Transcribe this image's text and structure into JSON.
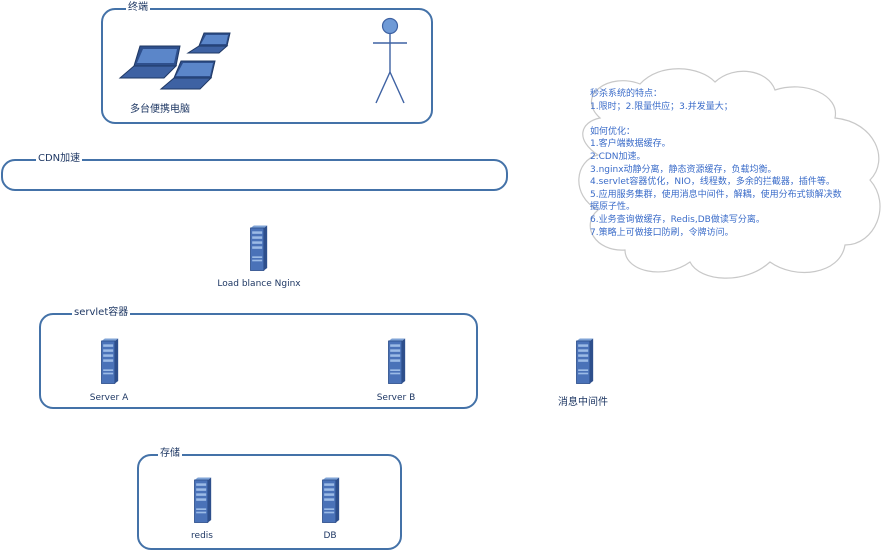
{
  "groups": {
    "terminal": "终端",
    "cdn": "CDN加速",
    "servlet": "servlet容器",
    "storage": "存储"
  },
  "nodes": {
    "laptops": "多台便携电脑",
    "nginx": "Load blance Nginx",
    "server_a": "Server A",
    "server_b": "Server B",
    "mq": "消息中间件",
    "redis": "redis",
    "db": "DB"
  },
  "note": {
    "lines": [
      "秒杀系统的特点：",
      "1.限时；2.限量供应；3.并发量大；",
      "",
      "如何优化：",
      "1.客户端数据缓存。",
      "2.CDN加速。",
      "3.nginx动静分离，静态资源缓存，负载均衡。",
      "4.servlet容器优化，NIO，线程数，多余的拦截器，插件等。",
      "5.应用服务集群，使用消息中间件，解耦，使用分布式锁解决数",
      "据原子性。",
      "6.业务查询做缓存，Redis,DB做读写分离。",
      "7.策略上可做接口防刷，令牌访问。"
    ]
  },
  "colors": {
    "border": "#4472a8",
    "text": "#1f3864",
    "note_text": "#3b6cc9",
    "cloud_stroke": "#c8c8c8"
  }
}
